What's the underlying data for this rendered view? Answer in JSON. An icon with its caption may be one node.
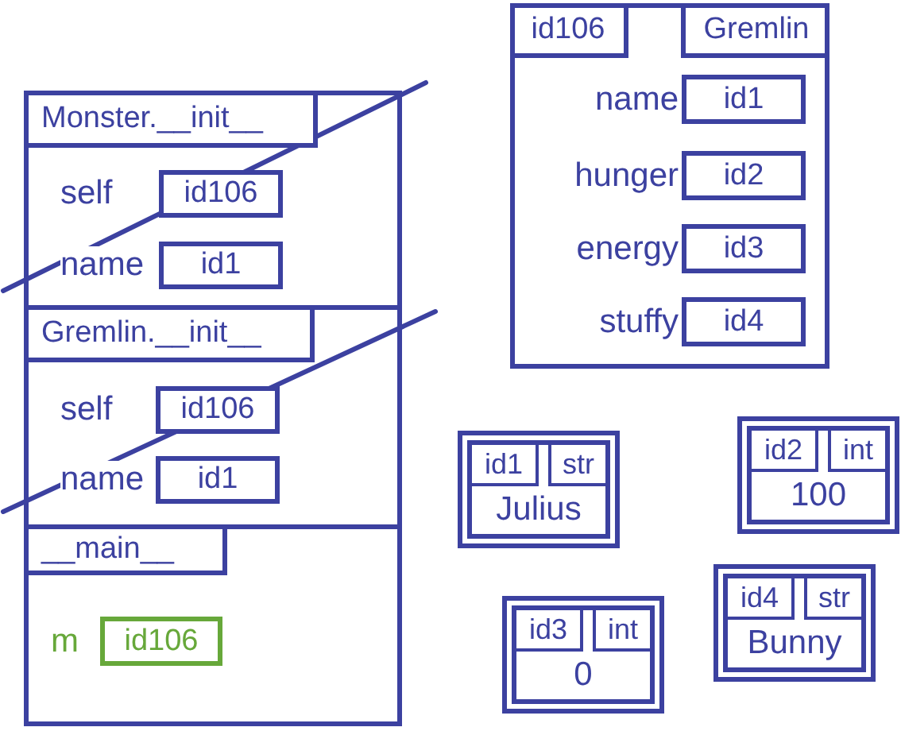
{
  "diagram": {
    "nodes": [
      {
        "text": [
          "Monster.__init__"
        ]
      },
      {
        "text": [
          "id106"
        ],
        "beside": [
          "self"
        ],
        "in": 0
      },
      {
        "text": [
          "id1"
        ],
        "beside": [
          "name"
        ],
        "in": 0
      },
      {
        "text": [
          "Gremlin.__init__"
        ]
      },
      {
        "text": [
          "id106"
        ],
        "beside": [
          "self"
        ],
        "in": 3
      },
      {
        "text": [
          "id1"
        ],
        "beside": [
          "name"
        ],
        "in": 3
      },
      {
        "text": [
          "__main__"
        ]
      },
      {
        "text": [
          "id106"
        ],
        "beside": [
          "m"
        ],
        "in": 6
      },
      {
        "text": [
          "id106",
          "Gremlin"
        ]
      },
      {
        "text": [
          "id1"
        ],
        "beside": [
          "name"
        ],
        "in": 8
      },
      {
        "text": [
          "id2"
        ],
        "beside": [
          "hunger"
        ],
        "in": 8
      },
      {
        "text": [
          "id3"
        ],
        "beside": [
          "energy"
        ],
        "in": 8
      },
      {
        "text": [
          "id4"
        ],
        "beside": [
          "stuffy"
        ],
        "in": 8
      },
      {
        "text": [
          "id1",
          "str",
          "Julius"
        ]
      },
      {
        "text": [
          "id2",
          "int",
          "100"
        ]
      },
      {
        "text": [
          "id3",
          "int",
          "0"
        ]
      },
      {
        "text": [
          "id4",
          "str",
          "Bunny"
        ]
      }
    ]
  }
}
